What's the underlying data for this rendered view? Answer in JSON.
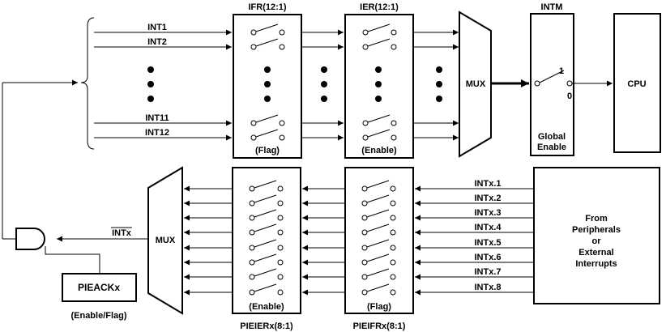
{
  "upper": {
    "ifr_title": "IFR(12:1)",
    "ier_title": "IER(12:1)",
    "intm_title": "INTM",
    "int_labels": [
      "INT1",
      "INT2",
      "INT11",
      "INT12"
    ],
    "ifr_caption": "(Flag)",
    "ier_caption": "(Enable)",
    "mux_label": "MUX",
    "intm_pos_1": "1",
    "intm_pos_0": "0",
    "intm_caption": [
      "Global",
      "Enable"
    ],
    "cpu_label": "CPU"
  },
  "lower": {
    "intx_labels": [
      "INTx.1",
      "INTx.2",
      "INTx.3",
      "INTx.4",
      "INTx.5",
      "INTx.6",
      "INTx.7",
      "INTx.8"
    ],
    "source_label": [
      "From",
      "Peripherals",
      "or",
      "External",
      "Interrupts"
    ],
    "pieier_caption": "(Enable)",
    "piefr_caption": "(Flag)",
    "pieier_title": "PIEIERx(8:1)",
    "piefr_title": "PIEIFRx(8:1)",
    "mux_label": "MUX",
    "intx_bar_label": "INTx",
    "pieack_label": "PIEACKx",
    "pieack_caption": "(Enable/Flag)"
  }
}
